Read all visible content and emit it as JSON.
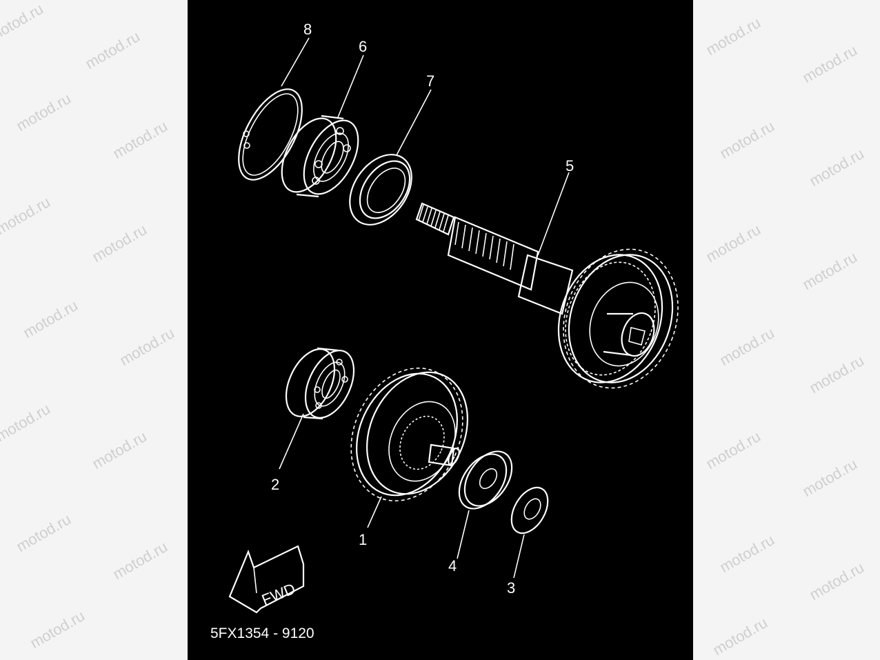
{
  "watermark": {
    "text": "motod.ru"
  },
  "diagram": {
    "part_labels": {
      "p1": "1",
      "p2": "2",
      "p3": "3",
      "p4": "4",
      "p5": "5",
      "p6": "6",
      "p7": "7",
      "p8": "8"
    },
    "fwd_label": "FWD",
    "drawing_code": "5FX1354 - 9120"
  },
  "colors": {
    "panel": "#000000",
    "ink": "#ffffff",
    "page": "#f4f4f4",
    "watermark": "#cfcfcf"
  }
}
